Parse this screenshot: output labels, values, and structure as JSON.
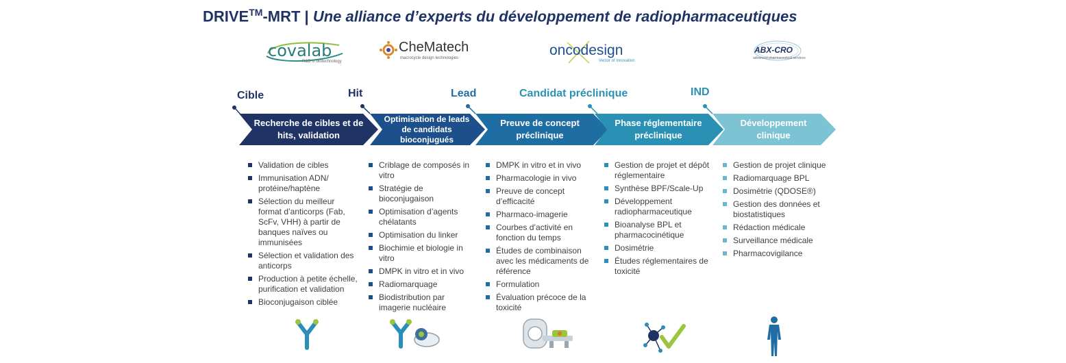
{
  "header": {
    "brand": "DRIVE",
    "brand_sup": "TM",
    "brand_suffix": "-MRT |",
    "subtitle": "Une alliance d’experts du développement de radiopharmaceutiques"
  },
  "partners": {
    "covalab": {
      "name": "covalab",
      "tagline": "R&D in biotechnology"
    },
    "chematech": {
      "name": "CheMatech",
      "tagline": "macrocycle design technologies"
    },
    "oncodesign": {
      "name": "oncodesign",
      "tagline": "Vector of innovation"
    },
    "abxcro": {
      "name": "ABX-CRO",
      "tagline": "advanced pharmaceutical services"
    }
  },
  "milestones": [
    "Cible",
    "Hit",
    "Lead",
    "Candidat préclinique",
    "IND"
  ],
  "stages": [
    {
      "label": "Recherche de cibles et de hits, validation"
    },
    {
      "label": "Optimisation de leads de candidats bioconjugués"
    },
    {
      "label": "Preuve de concept préclinique"
    },
    {
      "label": "Phase réglementaire préclinique"
    },
    {
      "label": "Développement clinique"
    }
  ],
  "columns": [
    {
      "items": [
        "Validation de cibles",
        "Immunisation ADN/ protéine/haptène",
        "Sélection du meilleur format d’anticorps (Fab, ScFv, VHH) à partir de banques naïves ou immunisées",
        "Sélection et validation des anticorps",
        "Production à petite échelle, purification et validation",
        "Bioconjugaison ciblée"
      ]
    },
    {
      "items": [
        "Criblage de composés in vitro",
        "Stratégie de bioconjugaison",
        "Optimisation d’agents chélatants",
        "Optimisation du linker",
        "Biochimie et biologie in vitro",
        "DMPK in vitro et in vivo",
        "Radiomarquage",
        "Biodistribution par imagerie nucléaire"
      ]
    },
    {
      "items": [
        "DMPK in vitro et in vivo",
        "Pharmacologie in vivo",
        "Preuve de concept d’efficacité",
        "Pharmaco-imagerie",
        "Courbes d’activité en fonction du temps",
        "Études de combinaison avec les médicaments de référence",
        "Formulation",
        "Évaluation précoce de la toxicité"
      ]
    },
    {
      "items": [
        "Gestion de projet et dépôt réglementaire",
        "Synthèse BPF/Scale-Up",
        "Développement radiopharmaceutique",
        "Bioanalyse BPL et pharmacocinétique",
        "Dosimétrie",
        "Études réglementaires de toxicité"
      ]
    },
    {
      "items": [
        "Gestion de projet clinique",
        "Radiomarquage BPL",
        "Dosimétrie (QDOSE®)",
        "Gestion des données et biostatistiques",
        "Rédaction médicale",
        "Surveillance médicale",
        "Pharmacovigilance"
      ]
    }
  ],
  "icons": [
    "antibody-icon",
    "antibody-dish-icon",
    "pet-scanner-icon",
    "molecule-check-icon",
    "human-body-icon"
  ],
  "colors": {
    "navy": "#1f3465",
    "stage1": "#1f3465",
    "stage2": "#1d4f8a",
    "stage3": "#1f6ea3",
    "stage4": "#2a91b4",
    "stage5": "#7cc3d3",
    "accent_green": "#9bc53d"
  }
}
